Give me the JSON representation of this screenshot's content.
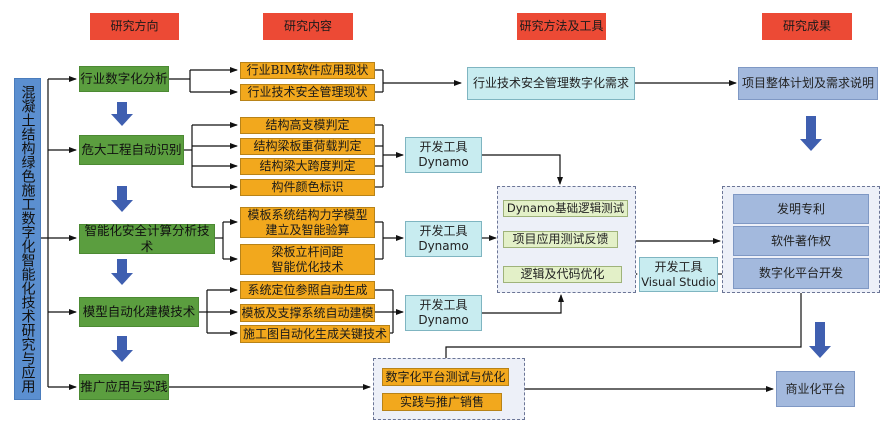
{
  "headers": {
    "direction": "研究方向",
    "content": "研究内容",
    "methods": "研究方法及工具",
    "results": "研究成果"
  },
  "side_label": "混凝土结构绿色施工数字化智能化技术研究与应用",
  "directions": [
    "行业数字化分析",
    "危大工程自动识别",
    "智能化安全计算分析技术",
    "模型自动化建模技术",
    "推广应用与实践"
  ],
  "contents": {
    "group1": [
      "行业BIM软件应用现状",
      "行业技术安全管理现状"
    ],
    "group2": [
      "结构高支模判定",
      "结构梁板重荷载判定",
      "结构梁大跨度判定",
      "构件颜色标识"
    ],
    "group3": [
      "模板系统结构力学模型建立及智能验算",
      "梁板立杆间距智能优化技术"
    ],
    "group4": [
      "系统定位参照自动生成",
      "模板及支撑系统自动建模",
      "施工图自动化生成关键技术"
    ],
    "group5": [
      "数字化平台测试与优化",
      "实践与推广销售"
    ]
  },
  "methods": {
    "demand": "行业技术安全管理数字化需求",
    "tool_label": "开发工具",
    "tool_dynamo": "Dynamo",
    "tool_vs": "Visual Studio",
    "test_steps": [
      "Dynamo基础逻辑测试",
      "项目应用测试反馈",
      "逻辑及代码优化"
    ]
  },
  "results": {
    "plan": "项目整体计划及需求说明",
    "outputs": [
      "发明专利",
      "软件著作权",
      "数字化平台开发"
    ],
    "commercial": "商业化平台"
  },
  "colors": {
    "header_red": "#ec4a35",
    "direction_green": "#5b9e3f",
    "content_orange": "#f2a81d",
    "tool_cyan": "#c8ecf0",
    "result_blue": "#a3b9dd",
    "flow_arrow_blue": "#3f5fb0"
  }
}
